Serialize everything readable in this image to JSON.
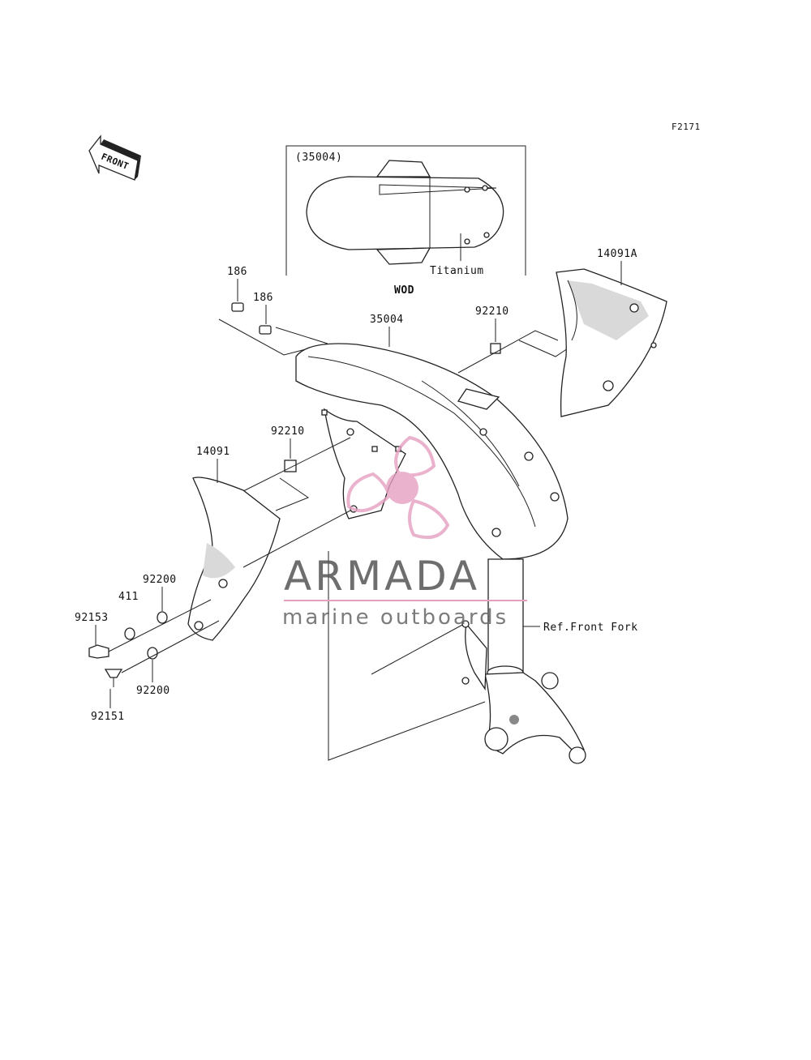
{
  "figure_code": "F2171",
  "front_arrow": "FRONT",
  "inset": {
    "part": "(35004)",
    "note": "Titanium",
    "variant": "WOD"
  },
  "parts": {
    "screw_186_a": "186",
    "screw_186_b": "186",
    "fender": "35004",
    "clip_92210_a": "92210",
    "clip_92210_b": "92210",
    "cover_right": "14091A",
    "cover_left": "14091",
    "washer_92200_a": "92200",
    "washer_411": "411",
    "bolt_92153": "92153",
    "washer_92200_b": "92200",
    "bolt_92151": "92151",
    "ref_fork": "Ref.Front Fork"
  },
  "watermark": {
    "brand": "ARMADA",
    "tagline": "marine outboards",
    "accent": "#e5a0c0"
  }
}
